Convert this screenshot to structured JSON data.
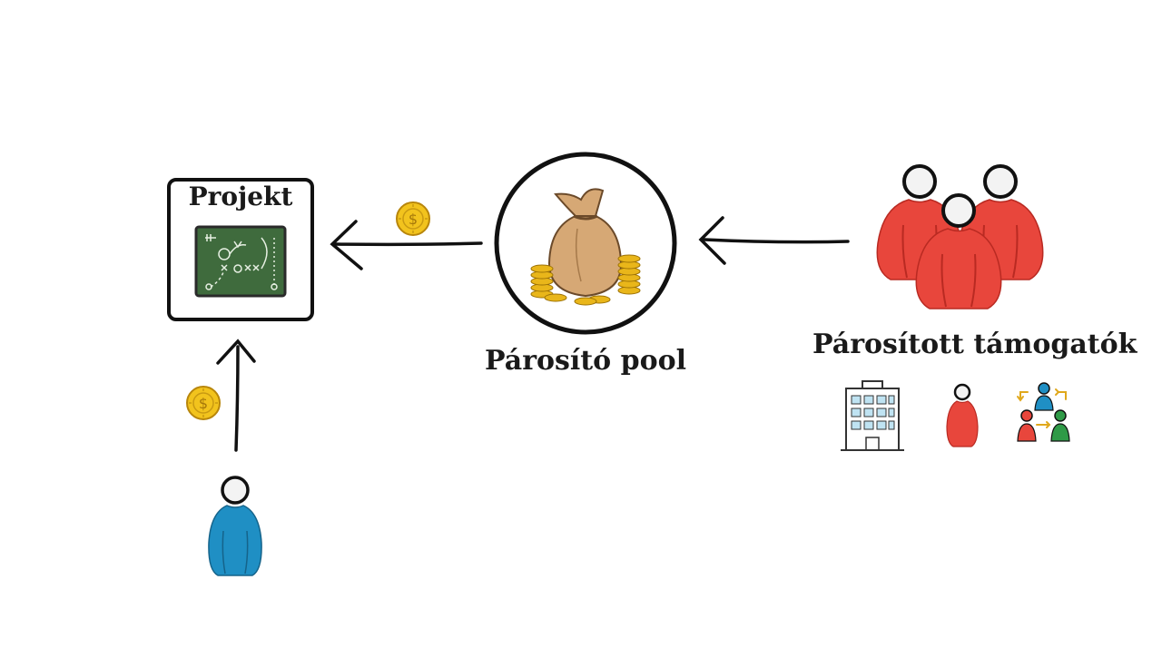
{
  "project": {
    "title": "Projekt",
    "board_icon": "strategy-chalkboard-icon"
  },
  "pool": {
    "label": "Párosító pool",
    "icon": "money-bag-icon"
  },
  "supporters": {
    "label": "Párosított támogatók",
    "icons": [
      "office-building-icon",
      "single-person-icon",
      "group-exchange-icon"
    ]
  },
  "colors": {
    "red_person": "#e8463c",
    "blue_person": "#1f8fc4",
    "green_person": "#2f9a47",
    "coin": "#f2c31d",
    "chalkboard": "#3f6b3d",
    "ink": "#111111"
  }
}
